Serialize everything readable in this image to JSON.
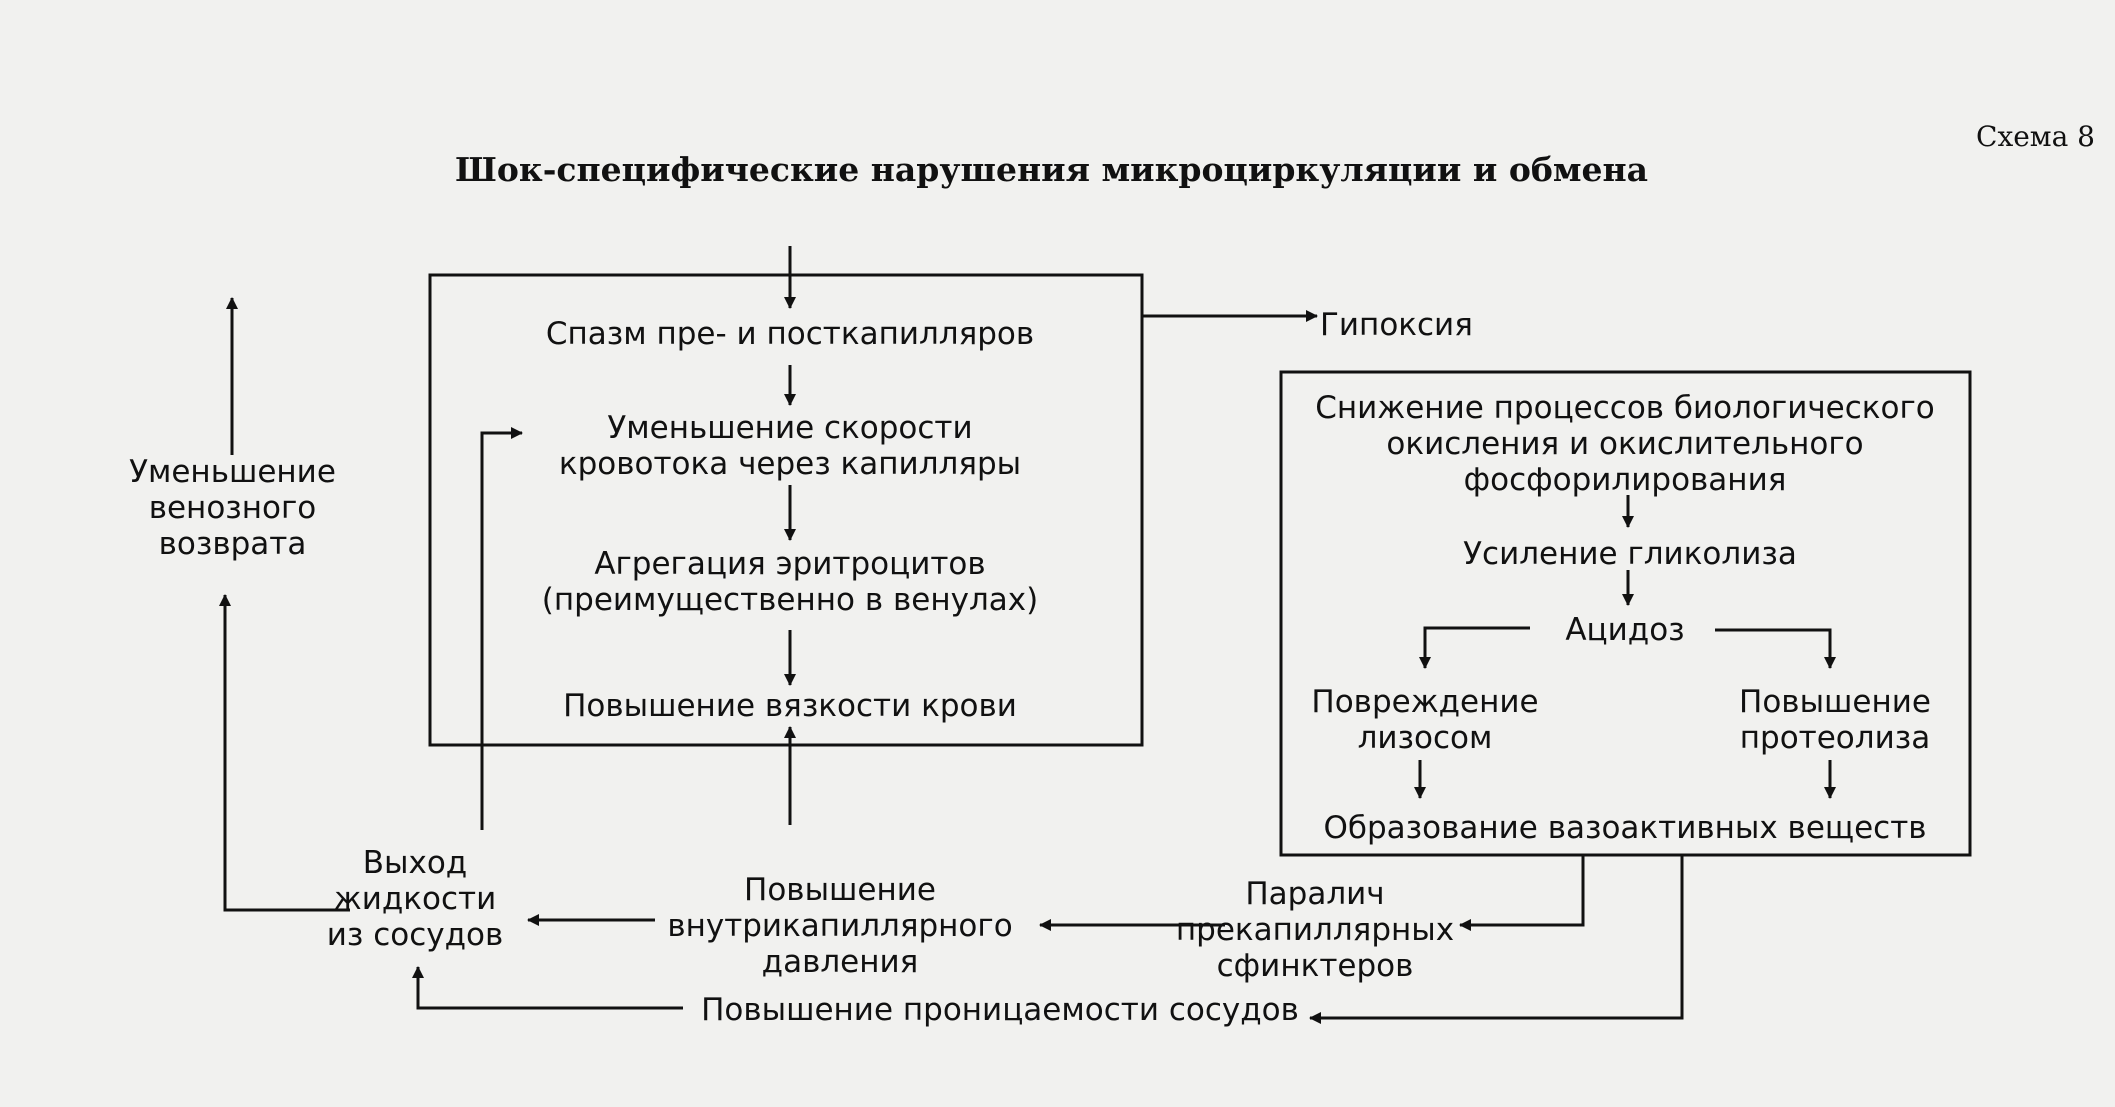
{
  "header": {
    "title": "Шок-специфические нарушения микроциркуляции и обмена",
    "scheme_label": "Схема 8"
  },
  "left_box": {
    "spasm": "Спазм пре- и посткапилляров",
    "flow_decrease": "Уменьшение скорости\nкровотока через капилляры",
    "aggregation": "Агрегация эритроцитов\n(преимущественно в венулах)",
    "viscosity": "Повышение вязкости крови"
  },
  "hypoxia": "Гипоксия",
  "right_box": {
    "oxidation": "Снижение процессов биологического\nокисления и окислительного\nфосфорилирования",
    "glycolysis": "Усиление гликолиза",
    "acidosis": "Ацидоз",
    "lysosome": "Повреждение\nлизосом",
    "proteolysis": "Повышение\nпротеолиза",
    "vasoactive": "Образование вазоактивных веществ"
  },
  "venous_return": "Уменьшение\nвенозного\nвозврата",
  "fluid_exit": "Выход\nжидкости\nиз сосудов",
  "intracap_pressure": "Повышение\nвнутрикапиллярного\nдавления",
  "sphincter_paralysis": "Паралич\nпрекапиллярных\nсфинктеров",
  "permeability": "Повышение проницаемости сосудов"
}
